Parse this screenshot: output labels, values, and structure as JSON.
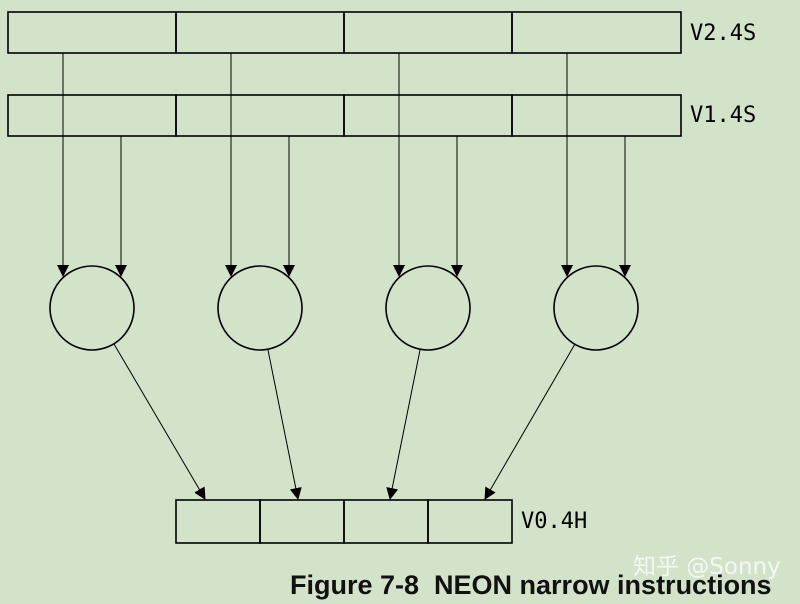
{
  "registers": {
    "source_a": {
      "label": "V2.4S",
      "lanes": 4
    },
    "source_b": {
      "label": "V1.4S",
      "lanes": 4
    },
    "destination": {
      "label": "V0.4H",
      "lanes": 4
    }
  },
  "operations": {
    "count": 4
  },
  "caption": "Figure 7-8  NEON narrow instructions",
  "watermark": "知乎 @Sonny"
}
